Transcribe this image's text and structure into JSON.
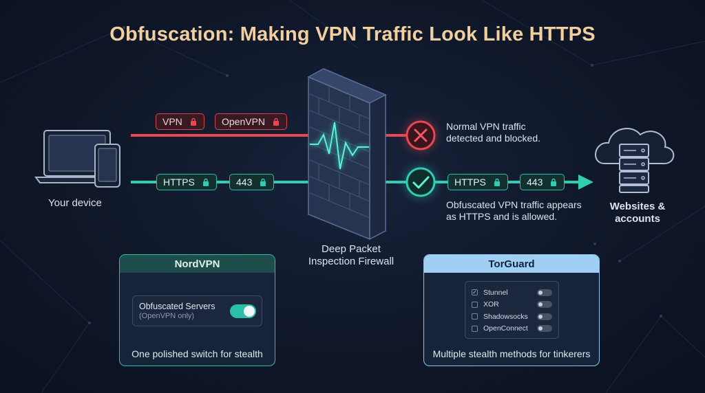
{
  "title": "Obfuscation: Making VPN Traffic Look Like HTTPS",
  "device": {
    "label": "Your device",
    "icon": "laptop-phone-icon"
  },
  "firewall": {
    "label_line1": "Deep Packet",
    "label_line2": "Inspection Firewall",
    "icon": "brick-wall-icon"
  },
  "destination": {
    "label_line1": "Websites &",
    "label_line2": "accounts",
    "icon": "cloud-server-icon"
  },
  "blocked_path": {
    "tags": [
      "VPN",
      "OpenVPN"
    ],
    "status_icon": "x-circle-icon",
    "caption_line1": "Normal VPN traffic",
    "caption_line2": "detected and blocked.",
    "color": "#e0434b"
  },
  "allowed_path": {
    "tags_before": [
      "HTTPS",
      "443"
    ],
    "tags_after": [
      "HTTPS",
      "443"
    ],
    "status_icon": "check-circle-icon",
    "caption_line1": "Obfuscated VPN traffic appears",
    "caption_line2": "as HTTPS and is allowed.",
    "color": "#2bc4ac"
  },
  "nordvpn": {
    "title": "NordVPN",
    "setting_label": "Obfuscated Servers",
    "setting_sub": "(OpenVPN only)",
    "toggle_on": true,
    "footer": "One polished switch for stealth",
    "accent": "#2bbfa7"
  },
  "torguard": {
    "title": "TorGuard",
    "methods": [
      {
        "name": "Stunnel",
        "checked": true
      },
      {
        "name": "XOR",
        "checked": false
      },
      {
        "name": "Shadowsocks",
        "checked": false
      },
      {
        "name": "OpenConnect",
        "checked": false
      }
    ],
    "footer": "Multiple stealth methods for tinkerers",
    "accent": "#8ec6ef"
  }
}
